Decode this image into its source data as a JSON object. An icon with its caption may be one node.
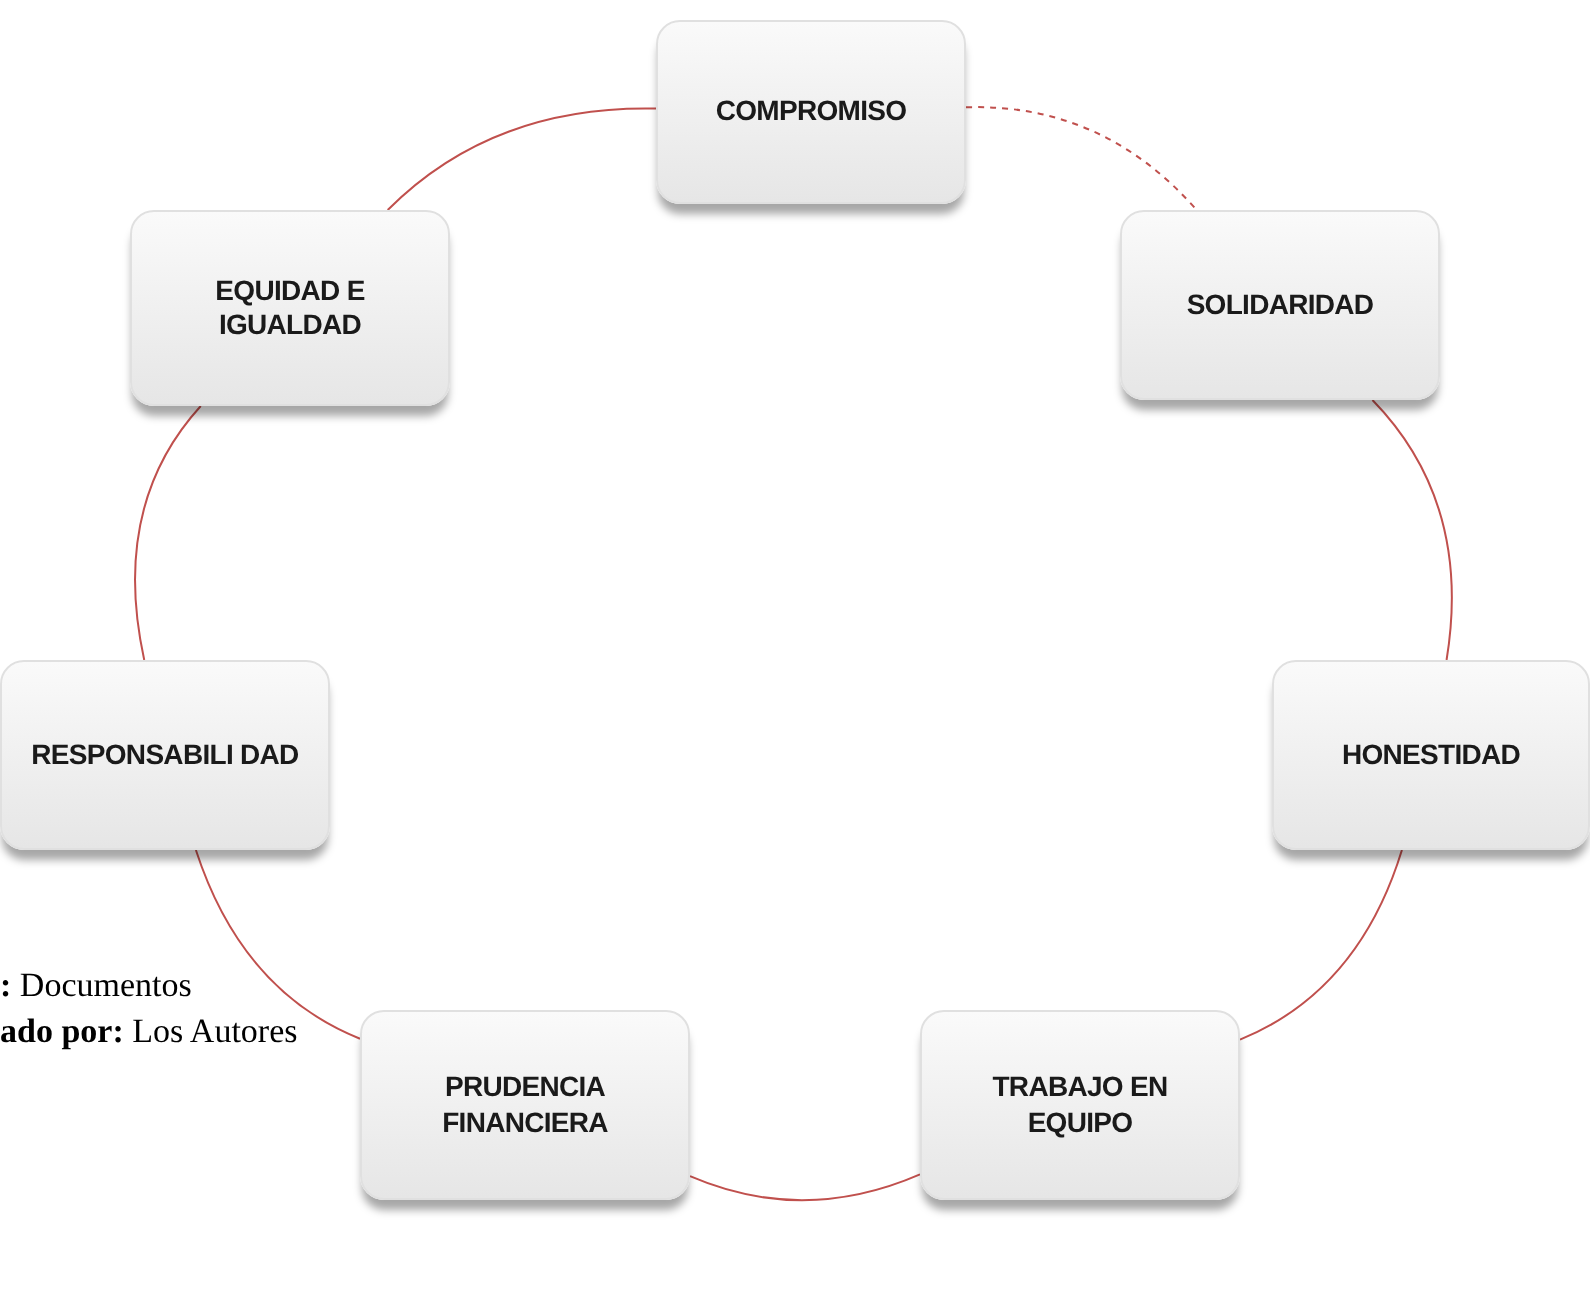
{
  "diagram": {
    "nodes": [
      {
        "text": [
          "COMPROMISO"
        ]
      },
      {
        "text": [
          "SOLIDARIDAD"
        ]
      },
      {
        "text": [
          "HONESTIDAD"
        ]
      },
      {
        "text": [
          "TRABAJO EN EQUIPO"
        ]
      },
      {
        "text": [
          "PRUDENCIA FINANCIERA"
        ]
      },
      {
        "text": [
          "RESPONSABILI DAD"
        ]
      },
      {
        "text": [
          "EQUIDAD E IGUALDAD"
        ]
      }
    ],
    "edges": [
      {
        "from": 0,
        "to": 1,
        "arrow": "none",
        "style": "dashed"
      },
      {
        "from": 1,
        "to": 2,
        "arrow": "none"
      },
      {
        "from": 2,
        "to": 3,
        "arrow": "none"
      },
      {
        "from": 3,
        "to": 4,
        "arrow": "none"
      },
      {
        "from": 4,
        "to": 5,
        "arrow": "none"
      },
      {
        "from": 5,
        "to": 6,
        "arrow": "none"
      },
      {
        "from": 6,
        "to": 0,
        "arrow": "none"
      }
    ],
    "labels": [
      "**:** Documentos",
      "**ado por:** Los Autores"
    ]
  }
}
